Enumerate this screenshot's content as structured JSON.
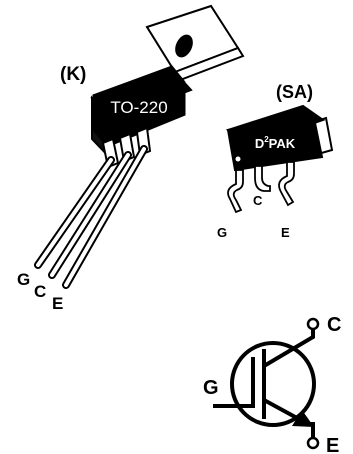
{
  "to220": {
    "suffix": "(K)",
    "package_name": "TO-220",
    "pins": [
      "G",
      "C",
      "E"
    ]
  },
  "d2pak": {
    "suffix": "(SA)",
    "package_name_prefix": "D",
    "package_name_super": "2",
    "package_name_suffix": "PAK",
    "pins": [
      "G",
      "C",
      "E"
    ]
  },
  "symbol": {
    "gate": "G",
    "collector": "C",
    "emitter": "E"
  },
  "colors": {
    "ink": "#000000",
    "paper": "#ffffff"
  }
}
